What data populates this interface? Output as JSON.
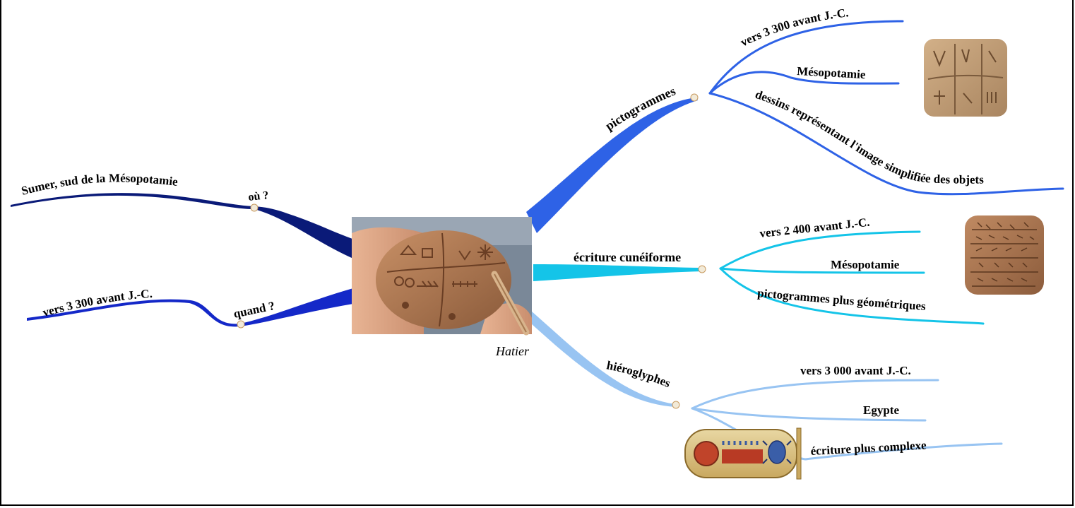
{
  "central": {
    "caption": "Hatier",
    "image": "clay-tablet-being-inscribed-photo"
  },
  "colors": {
    "ou_branch": "#0a1a78",
    "quand_branch": "#1428c8",
    "pictogrammes_branch": "#2e62e6",
    "cuneiforme_branch": "#14c4e8",
    "hieroglyphes_branch": "#98c4f2"
  },
  "branches": {
    "ou": {
      "label": "où ?",
      "child": "Sumer, sud de la Mésopotamie"
    },
    "quand": {
      "label": "quand ?",
      "child": "vers 3 300 avant J.-C."
    },
    "pictogrammes": {
      "label": "pictogrammes",
      "children": [
        "vers 3 300 avant J.-C.",
        "Mésopotamie",
        "dessins représentant l'image simplifiée des objets"
      ],
      "image": "pictographic-clay-tablet"
    },
    "cuneiforme": {
      "label": "écriture cunéiforme",
      "children": [
        "vers 2 400 avant J.-C.",
        "Mésopotamie",
        "pictogrammes plus géométriques"
      ],
      "image": "cuneiform-clay-tablet"
    },
    "hieroglyphes": {
      "label": "hiéroglyphes",
      "children": [
        "vers 3 000 avant J.-C.",
        "Egypte",
        "écriture plus complexe"
      ],
      "image": "egyptian-cartouche"
    }
  }
}
